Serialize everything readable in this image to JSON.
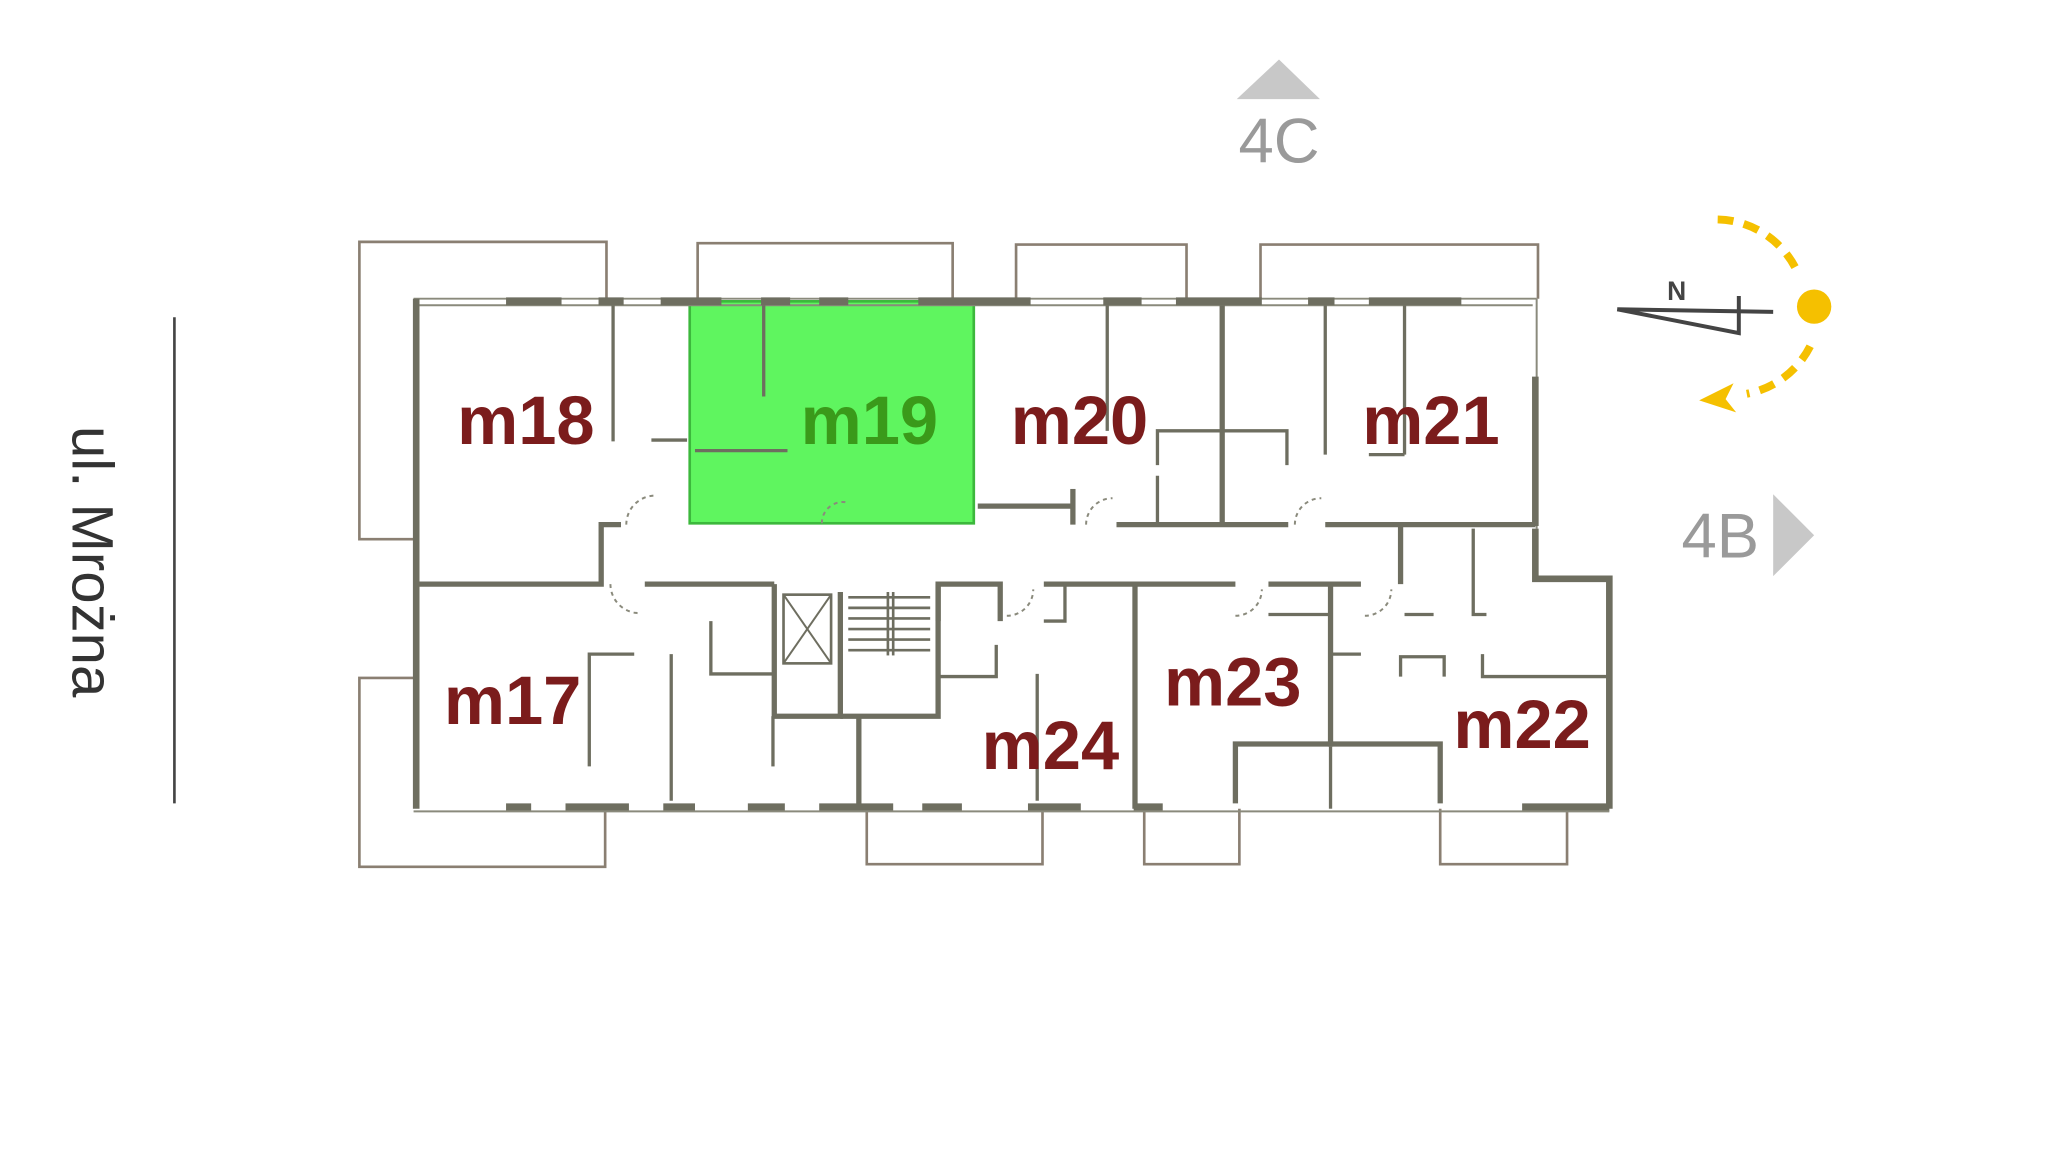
{
  "street_label": "ul. Mrożna",
  "navigation": {
    "up": {
      "label": "4C"
    },
    "right": {
      "label": "4B"
    }
  },
  "compass": {
    "north_label": "N"
  },
  "apartments": [
    {
      "id": "m18",
      "label": "m18",
      "selected": false
    },
    {
      "id": "m19",
      "label": "m19",
      "selected": true
    },
    {
      "id": "m20",
      "label": "m20",
      "selected": false
    },
    {
      "id": "m21",
      "label": "m21",
      "selected": false
    },
    {
      "id": "m17",
      "label": "m17",
      "selected": false
    },
    {
      "id": "m24",
      "label": "m24",
      "selected": false
    },
    {
      "id": "m23",
      "label": "m23",
      "selected": false
    },
    {
      "id": "m22",
      "label": "m22",
      "selected": false
    }
  ],
  "colors": {
    "label": "#7b1c1c",
    "selected_fill": "#5ff55f",
    "selected_label": "#3a9a1a",
    "sun_path": "#f5c000",
    "wall": "#6e6e60"
  }
}
